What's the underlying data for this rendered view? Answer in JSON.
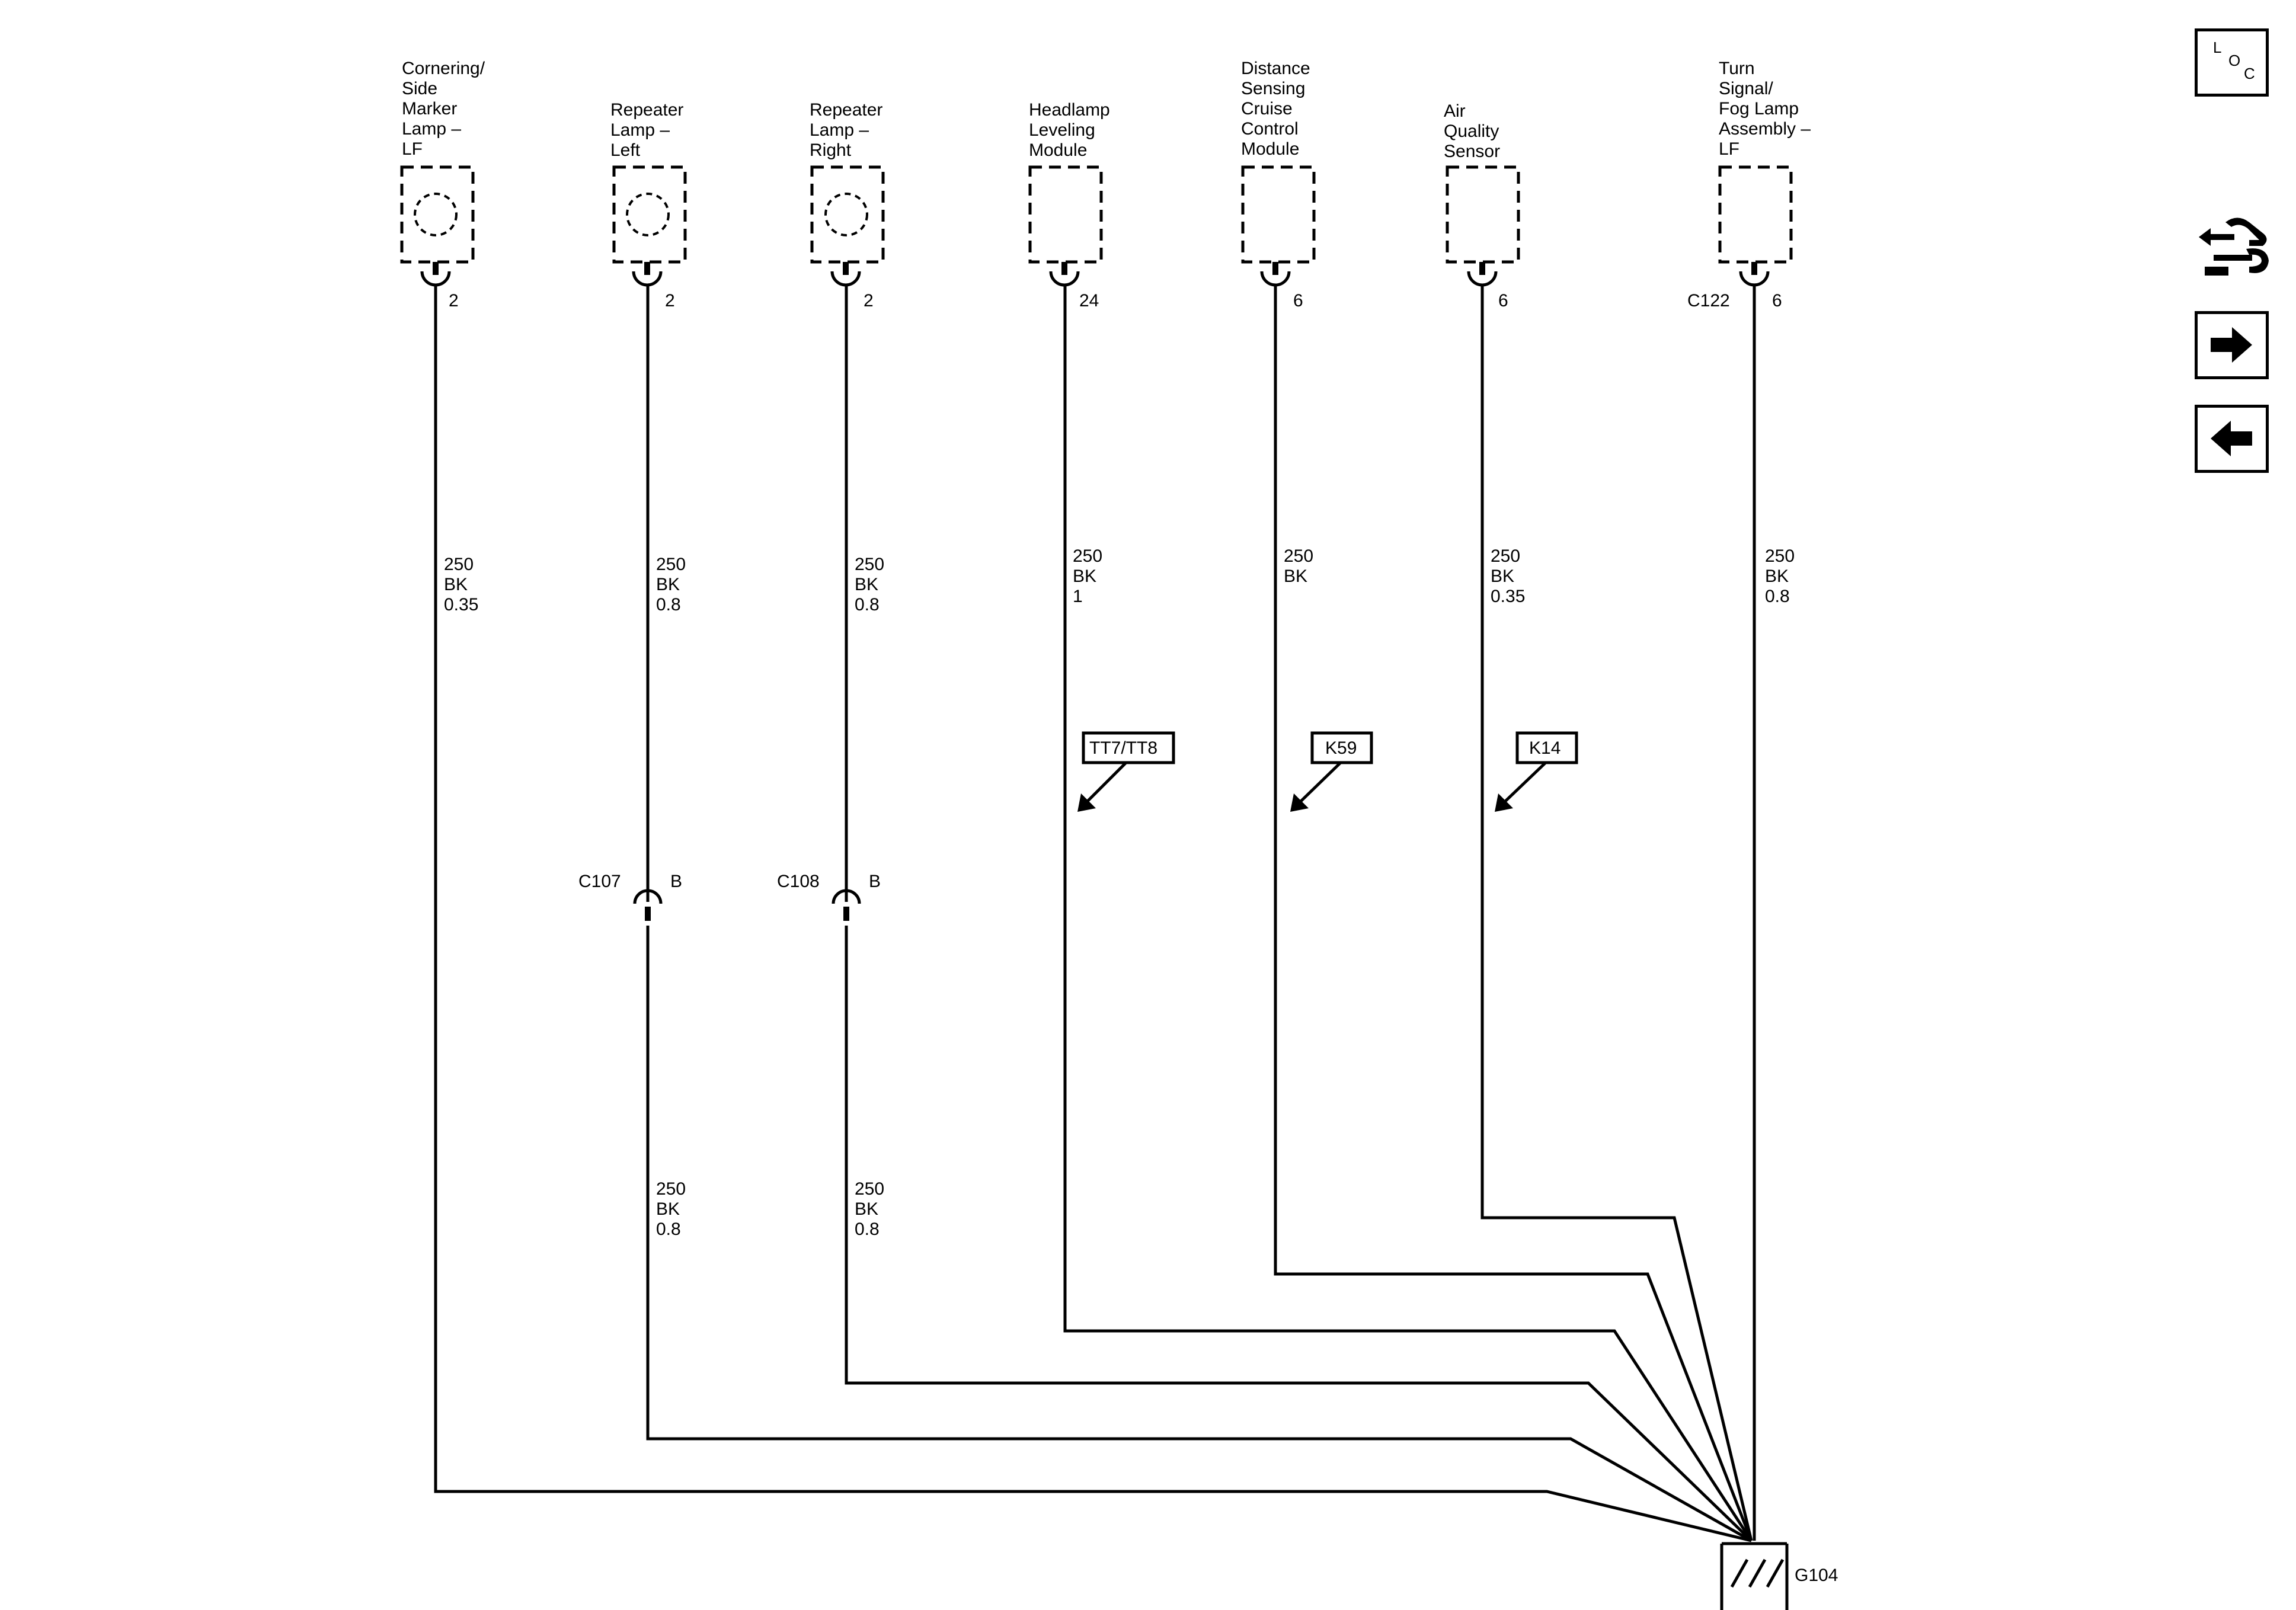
{
  "components": [
    {
      "name_lines": [
        "Cornering/",
        "Side",
        "Marker",
        "Lamp –",
        "LF"
      ],
      "pin": "2",
      "connector": "",
      "circle": true
    },
    {
      "name_lines": [
        "Repeater",
        "Lamp –",
        "Left"
      ],
      "pin": "2",
      "connector": "",
      "circle": true
    },
    {
      "name_lines": [
        "Repeater",
        "Lamp –",
        "Right"
      ],
      "pin": "2",
      "connector": "",
      "circle": true
    },
    {
      "name_lines": [
        "Headlamp",
        "Leveling",
        "Module"
      ],
      "pin": "24",
      "connector": "",
      "circle": false
    },
    {
      "name_lines": [
        "Distance",
        "Sensing",
        "Cruise",
        "Control",
        "Module"
      ],
      "pin": "6",
      "connector": "",
      "circle": false
    },
    {
      "name_lines": [
        "Air",
        "Quality",
        "Sensor"
      ],
      "pin": "6",
      "connector": "",
      "circle": false
    },
    {
      "name_lines": [
        "Turn",
        "Signal/",
        "Fog Lamp",
        "Assembly –",
        "LF"
      ],
      "pin": "6",
      "connector": "C122",
      "circle": false
    }
  ],
  "wire_labels_upper": [
    [
      "250",
      "BK",
      "0.35"
    ],
    [
      "250",
      "BK",
      "0.8"
    ],
    [
      "250",
      "BK",
      "0.8"
    ],
    [
      "250",
      "BK",
      "1"
    ],
    [
      "250",
      "BK"
    ],
    [
      "250",
      "BK",
      "0.35"
    ],
    [
      "250",
      "BK",
      "0.8"
    ]
  ],
  "inline_connectors": [
    {
      "name": "C107",
      "pin": "B"
    },
    {
      "name": "C108",
      "pin": "B"
    }
  ],
  "wire_labels_lower": [
    [
      "250",
      "BK",
      "0.8"
    ],
    [
      "250",
      "BK",
      "0.8"
    ]
  ],
  "option_tags": [
    "TT7/TT8",
    "K59",
    "K14"
  ],
  "ground": "G104",
  "nav": {
    "loc_letters": [
      "L",
      "O",
      "C"
    ],
    "next_icon": "arrow-right-icon",
    "prev_icon": "arrow-left-icon",
    "tool_icon": "harness-tool-icon"
  }
}
